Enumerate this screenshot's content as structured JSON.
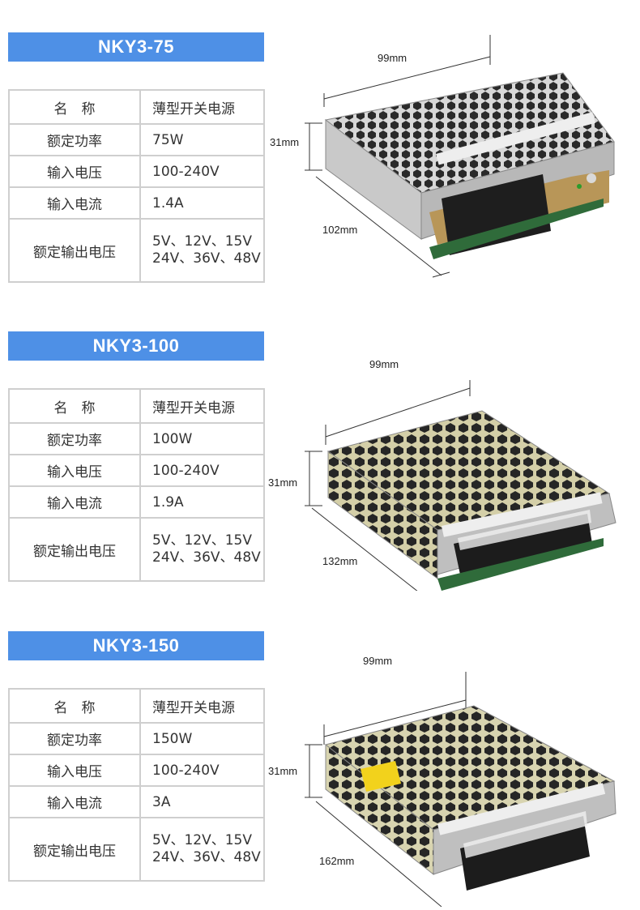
{
  "sections": [
    {
      "title": "NKY3-75",
      "rows": [
        {
          "key": "名　称",
          "value": "薄型开关电源"
        },
        {
          "key": "额定功率",
          "value": "75W"
        },
        {
          "key": "输入电压",
          "value": "100-240V"
        },
        {
          "key": "输入电流",
          "value": "1.4A"
        },
        {
          "key": "额定输出电压",
          "value_line1": "5V、12V、15V",
          "value_line2": "24V、36V、48V"
        }
      ],
      "dims": {
        "width": "99mm",
        "height": "31mm",
        "depth": "102mm"
      }
    },
    {
      "title": "NKY3-100",
      "rows": [
        {
          "key": "名　称",
          "value": "薄型开关电源"
        },
        {
          "key": "额定功率",
          "value": "100W"
        },
        {
          "key": "输入电压",
          "value": "100-240V"
        },
        {
          "key": "输入电流",
          "value": "1.9A"
        },
        {
          "key": "额定输出电压",
          "value_line1": "5V、12V、15V",
          "value_line2": "24V、36V、48V"
        }
      ],
      "dims": {
        "width": "99mm",
        "height": "31mm",
        "depth": "132mm"
      }
    },
    {
      "title": "NKY3-150",
      "rows": [
        {
          "key": "名　称",
          "value": "薄型开关电源"
        },
        {
          "key": "额定功率",
          "value": "150W"
        },
        {
          "key": "输入电压",
          "value": "100-240V"
        },
        {
          "key": "输入电流",
          "value": "3A"
        },
        {
          "key": "额定输出电压",
          "value_line1": "5V、12V、15V",
          "value_line2": "24V、36V、48V"
        }
      ],
      "dims": {
        "width": "99mm",
        "height": "31mm",
        "depth": "162mm"
      }
    }
  ]
}
